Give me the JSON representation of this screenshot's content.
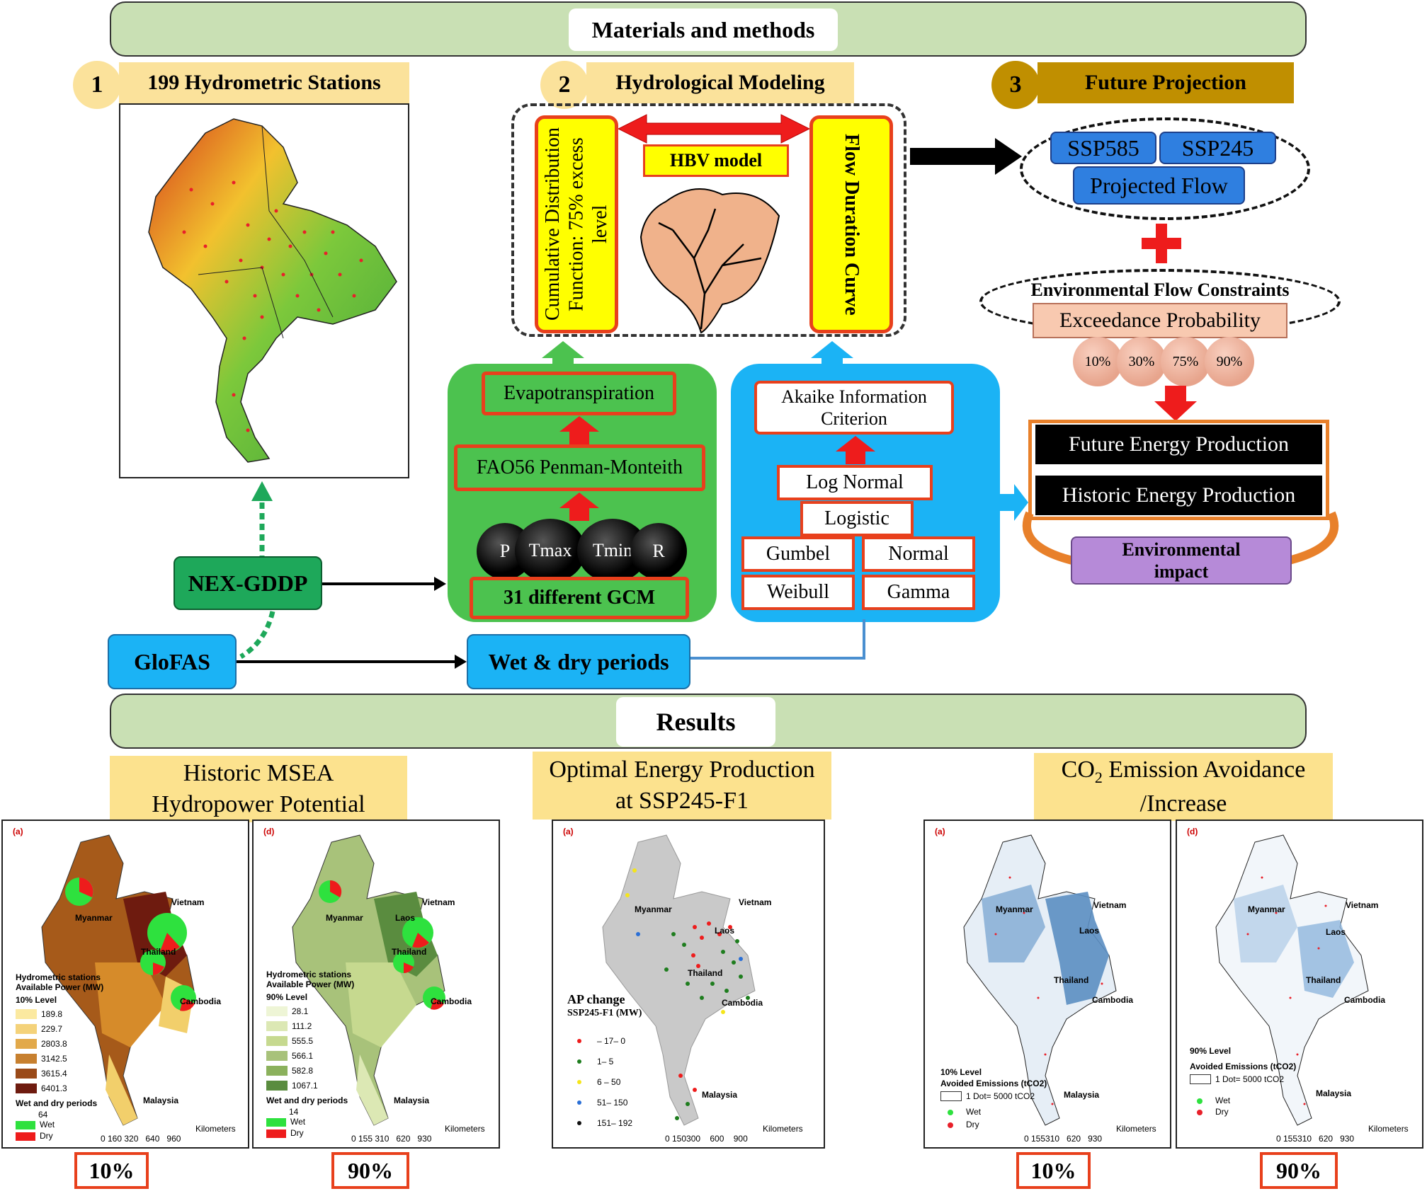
{
  "top_banner": {
    "label": "Materials and methods"
  },
  "steps": [
    {
      "number": "1",
      "label": "199 Hydrometric Stations"
    },
    {
      "number": "2",
      "label": "Hydrological Modeling"
    },
    {
      "number": "3",
      "label": "Future Projection"
    }
  ],
  "hydro_box": {
    "left_vertical": "Cumulative Distribution Function: 75% excess level",
    "right_vertical": "Flow Duration Curve",
    "model_label": "HBV model"
  },
  "green_panel": {
    "evapotranspiration": "Evapotranspiration",
    "fao": "FAO56 Penman-Monteith",
    "variables": [
      "P",
      "Tmax",
      "Tmin",
      "R"
    ],
    "gcm": "31 different GCM"
  },
  "blue_panel": {
    "aic": "Akaike Information Criterion",
    "dists": [
      "Log Normal",
      "Logistic",
      "Gumbel",
      "Normal",
      "Weibull",
      "Gamma"
    ]
  },
  "inputs": {
    "nex": "NEX-GDDP",
    "glofas": "GloFAS",
    "wetdry": "Wet & dry periods"
  },
  "projection": {
    "ssp585": "SSP585",
    "ssp245": "SSP245",
    "projected": "Projected Flow",
    "efc": "Environmental Flow Constraints",
    "exceedance": "Exceedance Probability",
    "percents": [
      "10%",
      "30%",
      "75%",
      "90%"
    ],
    "future_energy": "Future Energy Production",
    "historic_energy": "Historic Energy Production",
    "env_impact": "Environmental impact"
  },
  "results_banner": {
    "label": "Results"
  },
  "result_titles": {
    "r1": "Historic MSEA Hydropower Potential",
    "r2": "Optimal Energy Production at SSP245-F1",
    "r3_prefix": "CO",
    "r3_sub": "2",
    "r3_suffix": " Emission Avoidance /Increase"
  },
  "percent_labels": [
    "10%",
    "90%",
    "10%",
    "90%"
  ],
  "maps": {
    "m1": {
      "tag": "(a)",
      "myanmar": "Myanmar",
      "vietnam": "Vietnam",
      "thailand": "Thailand",
      "cambodia": "Cambodia",
      "malaysia": "Malaysia",
      "stations": "Hydrometric stations",
      "power": "Available Power (MW)",
      "level": "10% Level",
      "legend": [
        "189.8",
        "229.7",
        "2803.8",
        "3142.5",
        "3615.4",
        "6401.3"
      ],
      "wetdry": "Wet and dry periods",
      "size": "64",
      "wet": "Wet",
      "dry": "Dry",
      "scale": "0 160 320   640   960",
      "km": "Kilometers"
    },
    "m2": {
      "tag": "(d)",
      "myanmar": "Myanmar",
      "vietnam": "Vietnam",
      "thailand": "Thailand",
      "cambodia": "Cambodia",
      "malaysia": "Malaysia",
      "laos": "Laos",
      "stations": "Hydrometric stations",
      "power": "Available Power (MW)",
      "level": "90% Level",
      "legend": [
        "28.1",
        "111.2",
        "555.5",
        "566.1",
        "582.8",
        "1067.1"
      ],
      "wetdry": "Wet and dry periods",
      "size": "14",
      "wet": "Wet",
      "dry": "Dry",
      "scale": "0 155 310   620   930",
      "km": "Kilometers"
    },
    "m3": {
      "tag": "(a)",
      "myanmar": "Myanmar",
      "vietnam": "Vietnam",
      "thailand": "Thailand",
      "cambodia": "Cambodia",
      "malaysia": "Malaysia",
      "laos": "Laos",
      "ap_title": "AP change",
      "ap_sub": "SSP245-F1 (MW)",
      "legend": [
        "– 17– 0",
        "1– 5",
        "6 – 50",
        "51– 150",
        "151– 192"
      ],
      "scale": "0 150300    600    900",
      "km": "Kilometers"
    },
    "m4": {
      "tag": "(a)",
      "myanmar": "Myanmar",
      "vietnam": "Vietnam",
      "thailand": "Thailand",
      "cambodia": "Cambodia",
      "malaysia": "Malaysia",
      "laos": "Laos",
      "level": "10% Level",
      "avoided": "Avoided Emissions (tCO2)",
      "dot": "1 Dot= 5000 tCO2",
      "wet": "Wet",
      "dry": "Dry",
      "scale": "0 155310   620   930",
      "km": "Kilometers"
    },
    "m5": {
      "tag": "(d)",
      "myanmar": "Myanmar",
      "vietnam": "Vietnam",
      "thailand": "Thailand",
      "cambodia": "Cambodia",
      "malaysia": "Malaysia",
      "laos": "Laos",
      "level": "90% Level",
      "avoided": "Avoided Emissions (tCO2)",
      "dot": "1 Dot= 5000 tCO2",
      "wet": "Wet",
      "dry": "Dry",
      "scale": "0 155310   620   930",
      "km": "Kilometers"
    }
  },
  "colors": {
    "banner": "#c9e0b4",
    "tag": "#fbe29b",
    "green_panel": "#4cc24f",
    "blue_panel": "#1bb3f5",
    "red_border": "#e8401c",
    "gold": "#c08f00",
    "purple": "#b68ad8",
    "orange": "#e8802a"
  }
}
